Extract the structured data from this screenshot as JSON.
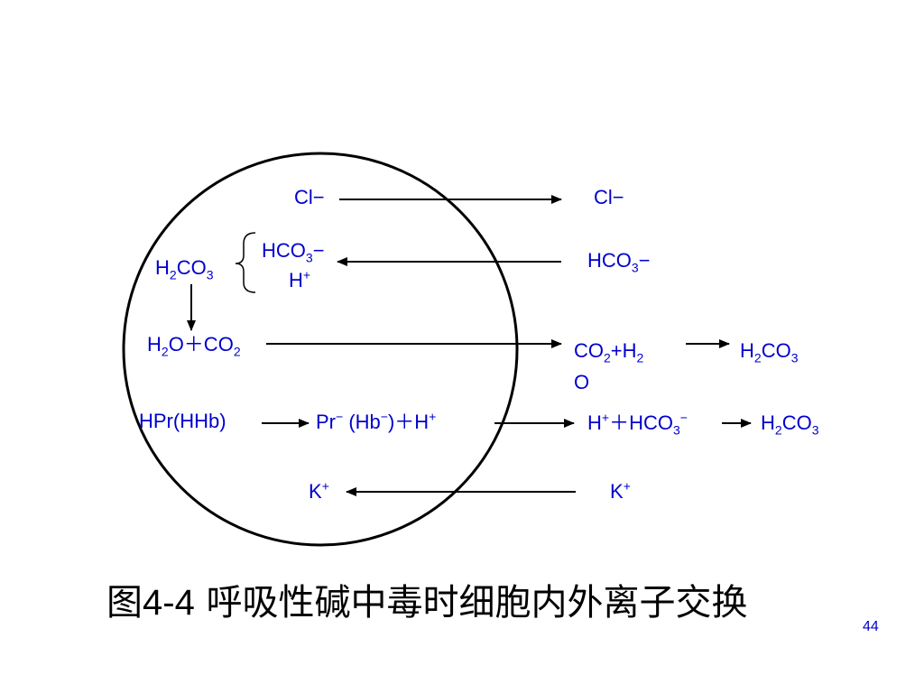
{
  "diagram": {
    "cl_inside": {
      "base": "Cl",
      "sup": "−"
    },
    "cl_outside": {
      "base": "Cl",
      "sup": "−"
    },
    "h2co3_left": {
      "h": "H",
      "sub1": "2",
      "mid": "CO",
      "sub2": "3"
    },
    "hco3_inside": {
      "base": "HCO",
      "sub": "3",
      "sup": "−"
    },
    "h_plus_inside": {
      "base": "H",
      "sup": "+"
    },
    "hco3_outside": {
      "base": "HCO",
      "sub": "3",
      "sup": "−"
    },
    "h2o_co2_inside": {
      "h": "H",
      "sub1": "2",
      "mid": "O＋CO",
      "sub2": "2"
    },
    "co2_h2o_outside": {
      "a": "CO",
      "sub1": "2",
      "b": "+H",
      "sub2": "2",
      "c": "O"
    },
    "h2co3_right_top": {
      "h": "H",
      "sub1": "2",
      "mid": "CO",
      "sub2": "3"
    },
    "hpr_hhb": "HPr(HHb)",
    "pr_hb_h": {
      "a": "Pr",
      "sup1": "−",
      "b": "(Hb",
      "sup2": "−",
      "c": ")＋H",
      "sup3": "+"
    },
    "h_hco3_outside": {
      "a": "H",
      "sup1": "+",
      "b": "＋HCO",
      "sub": "3",
      "sup2": "−"
    },
    "h2co3_right_bottom": {
      "h": "H",
      "sub1": "2",
      "mid": "CO",
      "sub2": "3"
    },
    "k_inside": {
      "base": "K",
      "sup": "+"
    },
    "k_outside": {
      "base": "K",
      "sup": "+"
    }
  },
  "caption": {
    "prefix": "图",
    "number": "4-4",
    "text": " 呼吸性碱中毒时细胞内外离子交换"
  },
  "page_number": "44",
  "colors": {
    "text": "#0000cc",
    "lines": "#000000",
    "background": "#ffffff"
  }
}
